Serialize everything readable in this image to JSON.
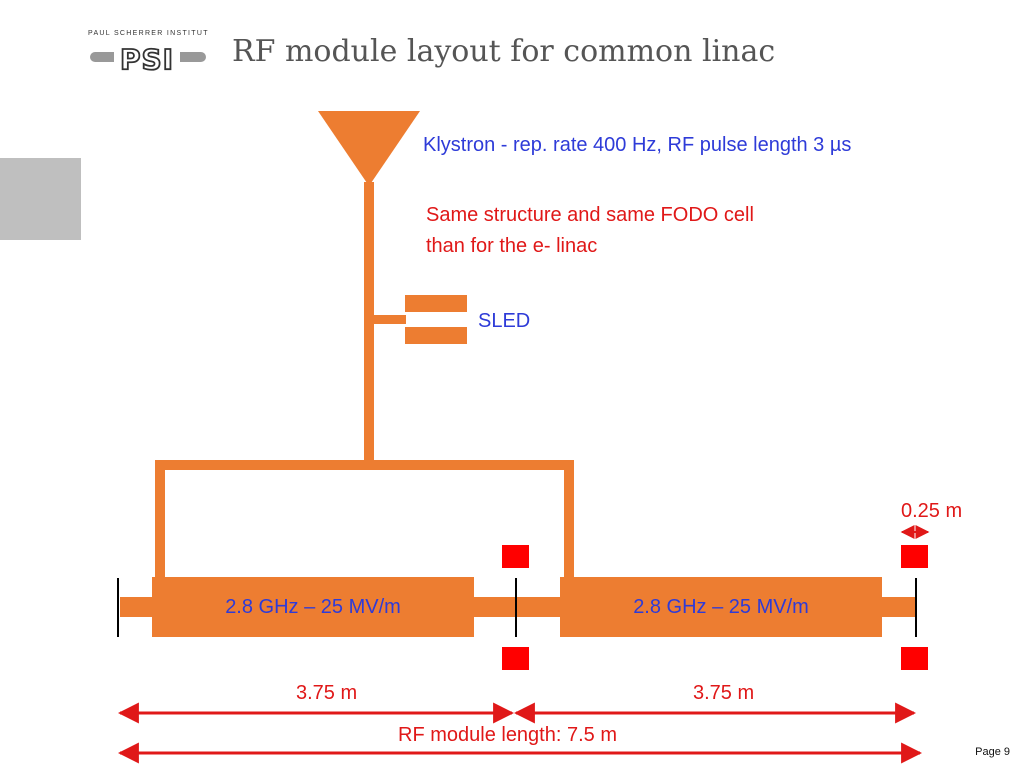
{
  "header": {
    "logo_caption": "PAUL SCHERRER INSTITUT",
    "logo_text": "PSI",
    "title": "RF module layout for common linac"
  },
  "annotations": {
    "klystron": "Klystron - rep. rate 400 Hz, RF pulse length 3 µs",
    "structure_note_line1": "Same structure and same FODO cell",
    "structure_note_line2": "than for the e- linac",
    "sled": "SLED"
  },
  "cavities": [
    {
      "label": "2.8 GHz – 25  MV/m"
    },
    {
      "label": "2.8 GHz – 25 MV/m"
    }
  ],
  "dimensions": {
    "quad_length": "0.25 m",
    "section_1": "3.75 m",
    "section_2": "3.75 m",
    "module_length": "RF module length: 7.5 m"
  },
  "footer": {
    "page": "Page 9"
  },
  "colors": {
    "orange": "#ed7d31",
    "red": "#ff0000",
    "arrow_red": "#e01818",
    "blue_text": "#2e3bd8",
    "grey_tab": "#bfbfbf"
  }
}
